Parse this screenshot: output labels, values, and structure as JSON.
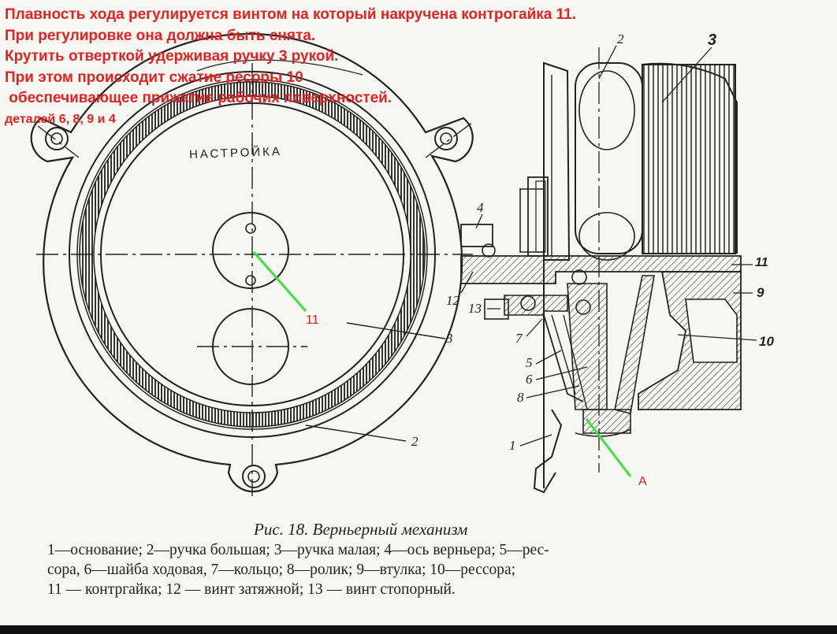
{
  "annotation": {
    "lines": [
      "Плавность хода регулируется винтом на который накручена контрогайка 11.",
      "При регулировке она должна быть снята.",
      "Крутить отверткой удерживая ручку 3 рукой.",
      "При этом происходит сжатие ресоры 10",
      " обеспечивающее прижатие рабочих поверхностей.",
      "деталей 6, 8, 9 и 4"
    ],
    "color": "#e32222"
  },
  "dial_text": "НАСТРОЙКА",
  "part_labels": {
    "p2_front": "2",
    "p3_front": "3",
    "p2_top": "2",
    "p3_top": "3",
    "p4": "4",
    "p11": "11",
    "p12": "12",
    "p13": "13",
    "p9": "9",
    "p7": "7",
    "p10": "10",
    "p5": "5",
    "p6": "6",
    "p8": "8",
    "p1": "1"
  },
  "red_labels": {
    "r11": "11",
    "rA": "A"
  },
  "caption": {
    "title": "Рис. 18. Верньерный механизм",
    "legend": [
      "1—основание; 2—ручка большая; 3—ручка малая; 4—ось верньера; 5—рес-",
      "сора, 6—шайба ходовая, 7—кольцо; 8—ролик; 9—втулка; 10—рессора;",
      "11 — контргайка; 12 — винт затяжной; 13 — винт стопорный."
    ]
  },
  "colors": {
    "line": "#222222",
    "pointer": "#3ee03e",
    "note": "#e32222"
  }
}
